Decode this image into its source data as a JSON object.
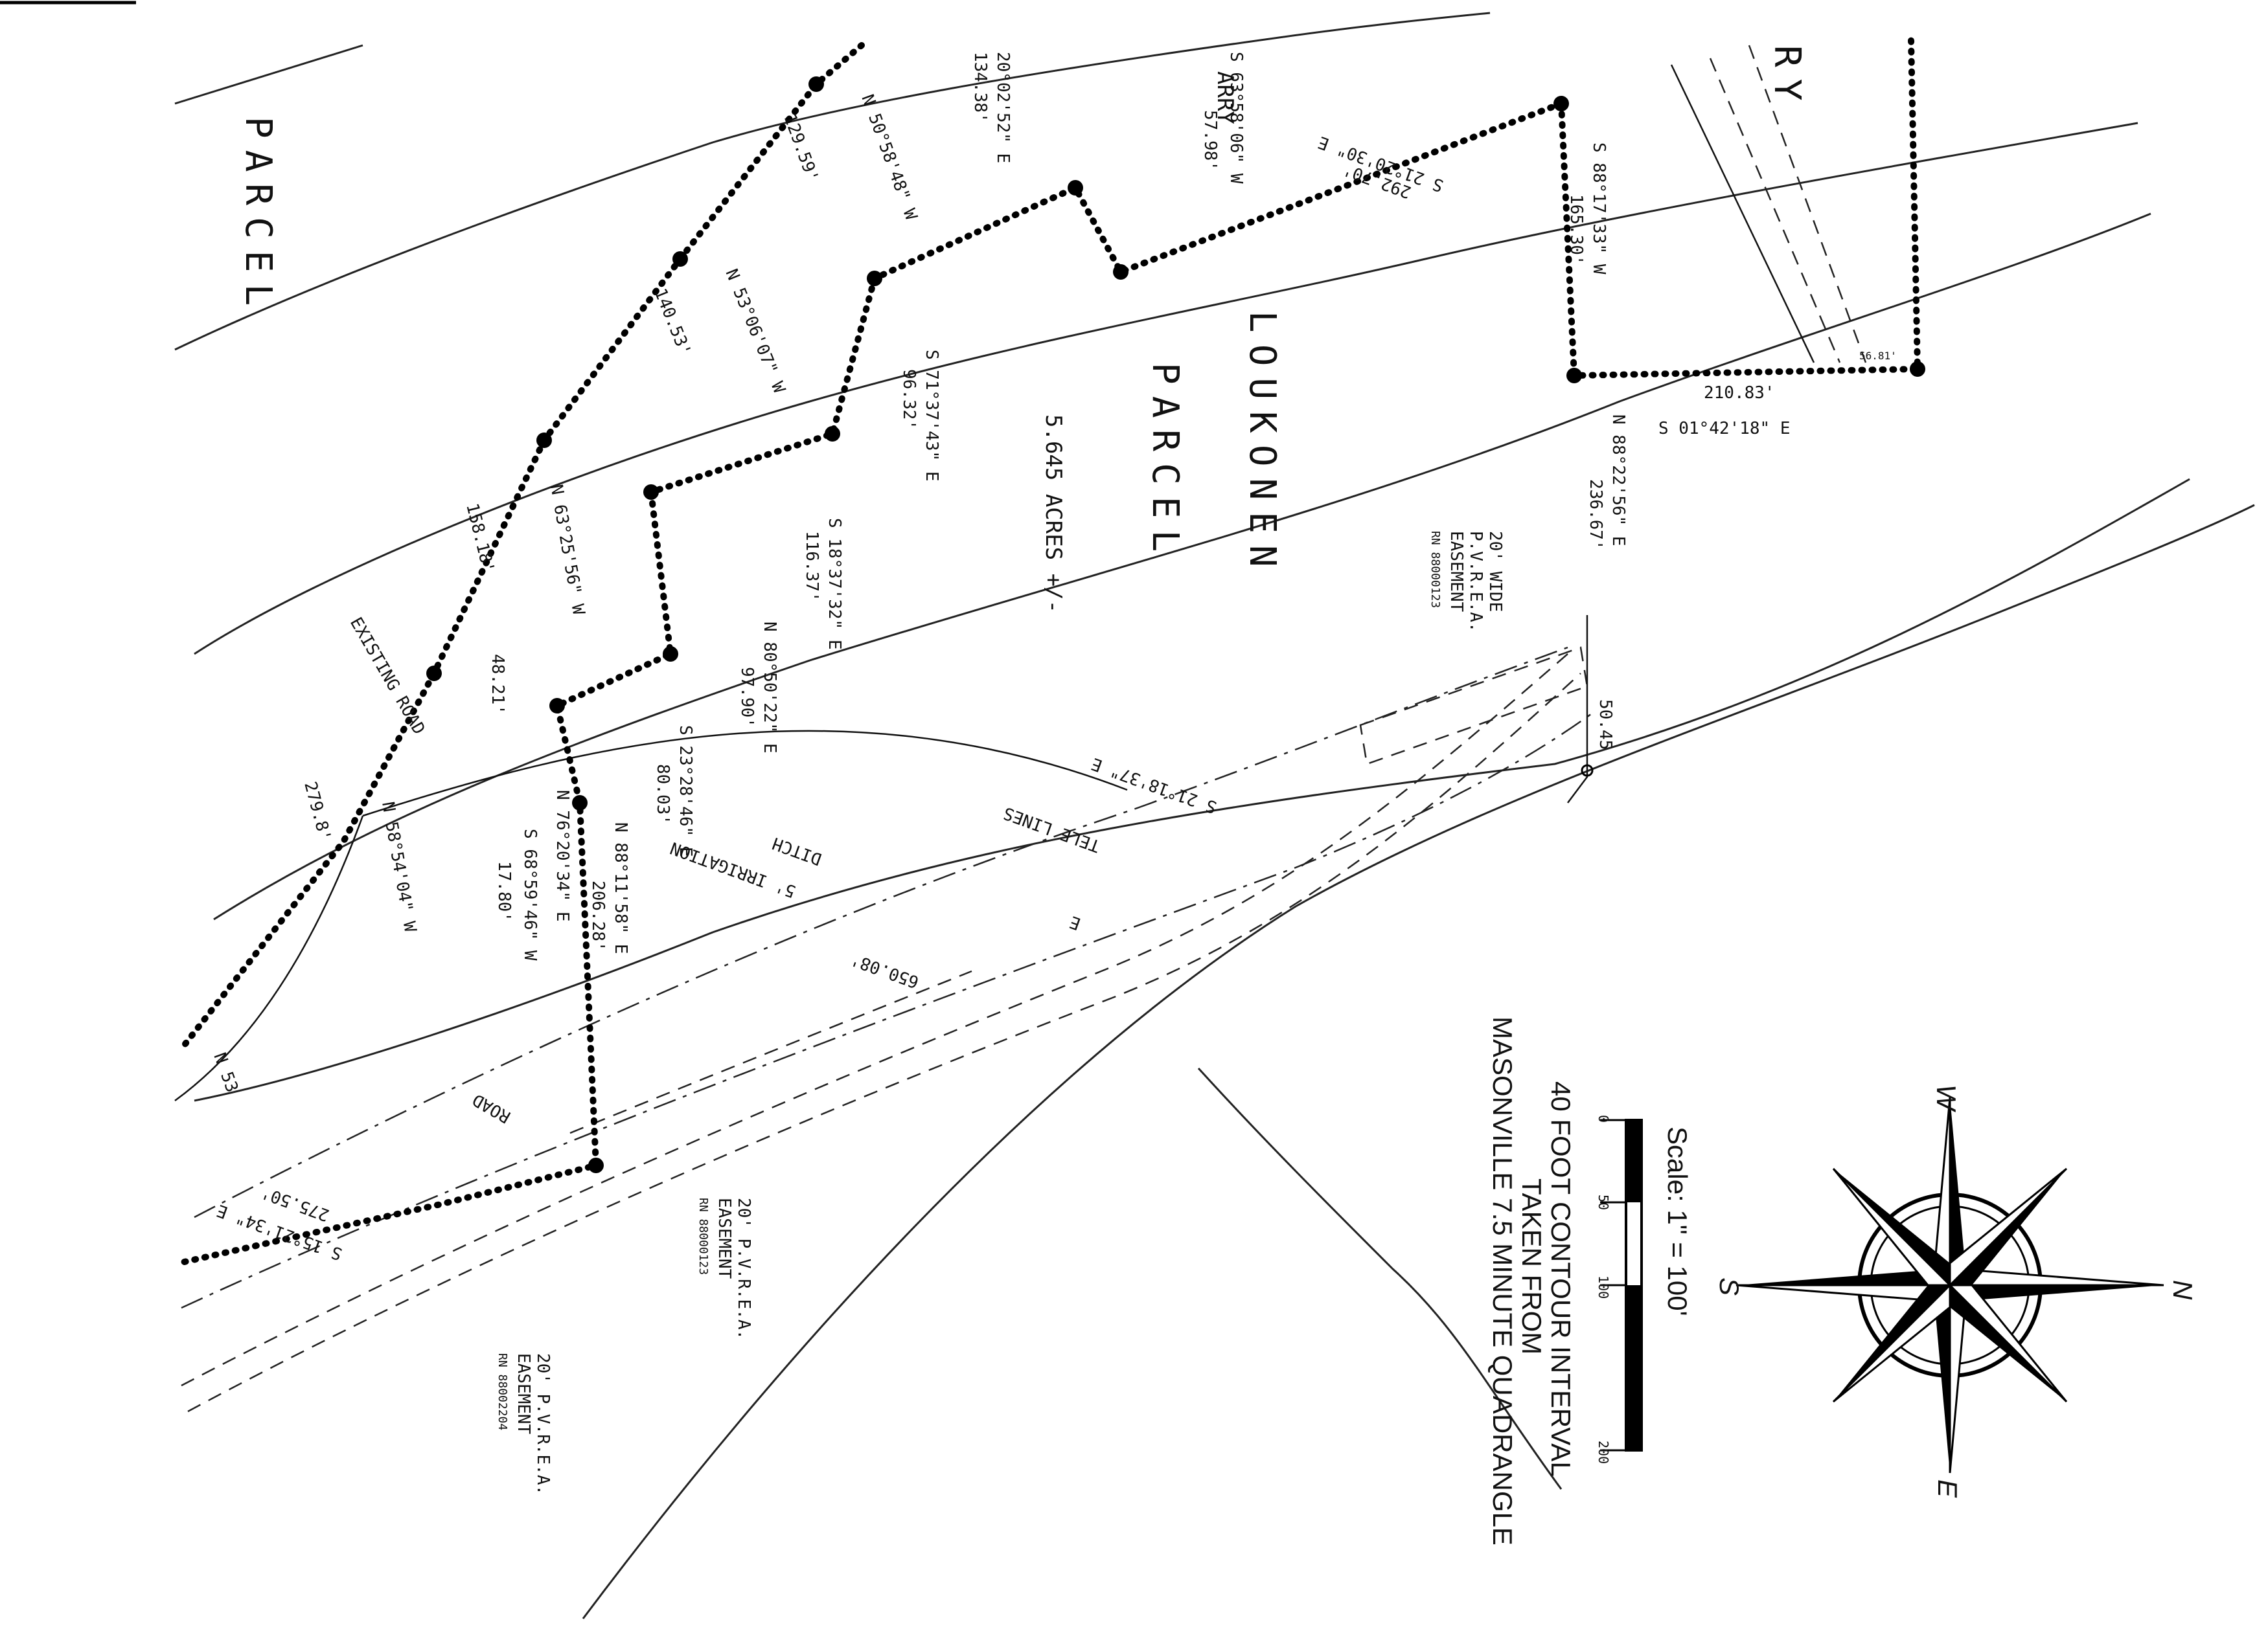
{
  "labels": {
    "parcel_left": "PARCEL",
    "parcel_name_1": "LOUKONEN",
    "parcel_name_2": "PARCEL",
    "acreage": "5.645 ACRES +/-",
    "arry": "ARRY",
    "ry": "RY",
    "existing_road": "EXISTING ROAD",
    "road": "ROAD",
    "irrigation_1": "5' IRRIGATION",
    "irrigation_2": "DITCH",
    "tele_lines": "TELE LINES",
    "easement_top_1": "20' WIDE",
    "easement_top_2": "P.V.R.E.A.",
    "easement_top_3": "EASEMENT",
    "easement_top_4": "RN 88000123",
    "easement_mid_1": "20' P.V.R.E.A.",
    "easement_mid_2": "EASEMENT",
    "easement_mid_3": "RN 88000123",
    "easement_low_1": "20' P.V.R.E.A.",
    "easement_low_2": "EASEMENT",
    "easement_low_3": "RN 88002204"
  },
  "bearings": {
    "b1": "N 50°58'48\" W",
    "b1d": "129.59'",
    "b2": "N 53°06'07\" W",
    "b2d": "140.53'",
    "b3": "N 63°25'56\" W",
    "b3d": "158.18'",
    "b4": "N 58°54'04\" W",
    "b4d": "279.8'",
    "b5": "S 63°58'06\" W",
    "b5d": "57.98'",
    "b6": "20°02'52\" E",
    "b6d": "134.38'",
    "b7": "S 21°20'30\" E",
    "b7d": "292.70'",
    "b8": "S 88°17'33\" W",
    "b8d": "165.30'",
    "b9": "210.83'",
    "b9b": "S 01°42'18\" E",
    "b9c": "56.81'",
    "b10": "N 88°22'56\" E",
    "b10d": "236.67'",
    "b11": "S 71°37'43\" E",
    "b11d": "96.32'",
    "b12": "S 18°37'32\" E",
    "b12d": "116.37'",
    "b13": "N 80°50'22\" E",
    "b13d": "97.90'",
    "b14": "S 23°28'46\" E",
    "b14d": "80.03'",
    "b15": "N 76°20'34\" E",
    "b15d": "48.21'",
    "b16": "S 68°59'46\" W",
    "b16d": "17.80'",
    "b17": "N 88°11'58\" E",
    "b17d": "206.28'",
    "b18": "S 21°18'37\" E",
    "b19": "650.08'",
    "b20": "S 15°21'34\" E",
    "b20d": "275.50'",
    "b21": "50.45",
    "b22": "N 53",
    "b23": "E"
  },
  "legend": {
    "scale_title": "Scale:  1\" = 100'",
    "ticks": [
      "0",
      "50",
      "100",
      "200"
    ],
    "contour_1": "40 FOOT CONTOUR INTERVAL",
    "contour_2": "TAKEN FROM",
    "contour_3": "MASONVILLE 7.5 MINUTE QUADRANGLE"
  },
  "compass": {
    "north": "N",
    "south": "S",
    "east": "E",
    "west": "W"
  },
  "colors": {
    "ink": "#111111",
    "paper": "#ffffff"
  }
}
